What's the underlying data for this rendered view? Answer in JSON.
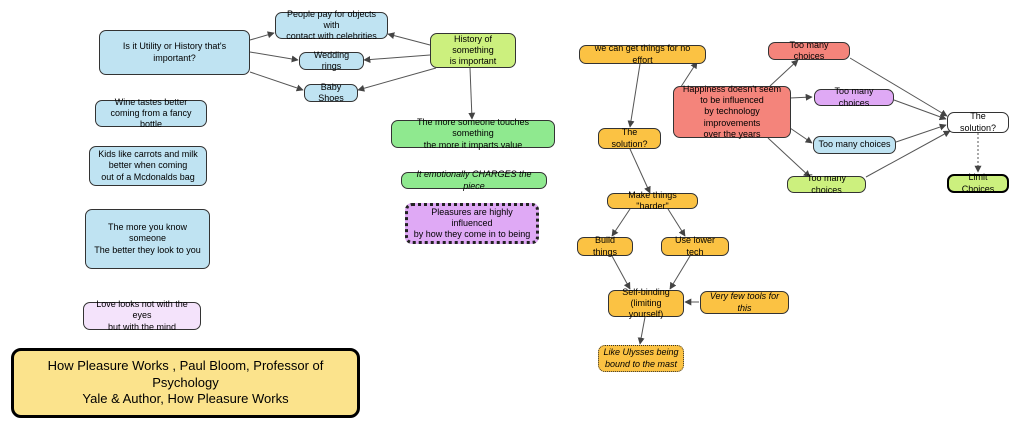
{
  "nodes": {
    "people_pay": "People pay for objects with\ncontact with celebrities",
    "utility_history": "Is it Utility or History that's important?",
    "wedding_rings": "Wedding rings",
    "baby_shoes": "Baby Shoes",
    "history_important": "History of something\nis important",
    "wine": "Wine tastes better\ncoming from a fancy bottle",
    "kids": "Kids like carrots and milk\nbetter when coming\nout of a Mcdonalds bag",
    "know_someone": "The more you know someone\nThe better they look to you",
    "love_looks": "Love looks not with the eyes\nbut with the mind",
    "touches": "The more someone touches something\nthe more it imparts value",
    "charges": "It emotionally CHARGES the piece",
    "pleasures": "Pleasures are highly influenced\nby how they come in to being",
    "title": "How Pleasure Works , Paul Bloom, Professor of Psychology\nYale & Author, How Pleasure Works",
    "no_effort": "we can get things for no effort",
    "solution_q": "The solution?",
    "harder": "Make things \"harder\"",
    "build": "Build things",
    "lower_tech": "Use lower tech",
    "self_binding": "Self-binding\n(limiting yourself)",
    "few_tools": "Very few tools for this",
    "ulysses": "Like Ulysses being\nbound to the mast",
    "happiness": "Happiness doesn't seem\nto be influenced\nby technology improvements\nover the years",
    "choices_1": "Too many choices",
    "choices_2": "Too many choices",
    "choices_3": "Too many choices",
    "choices_4": "Too many choices",
    "solution_right": "The solution?",
    "limit_choices": "Limit Choices"
  },
  "colors": {
    "blue": "#bfe3f2",
    "lime": "#ccf07e",
    "green": "#8fe98f",
    "orange": "#fbc243",
    "salmon": "#f4847b",
    "purple": "#dfa9f5",
    "lavender": "#f4e3fb",
    "title": "#fbe38c"
  }
}
